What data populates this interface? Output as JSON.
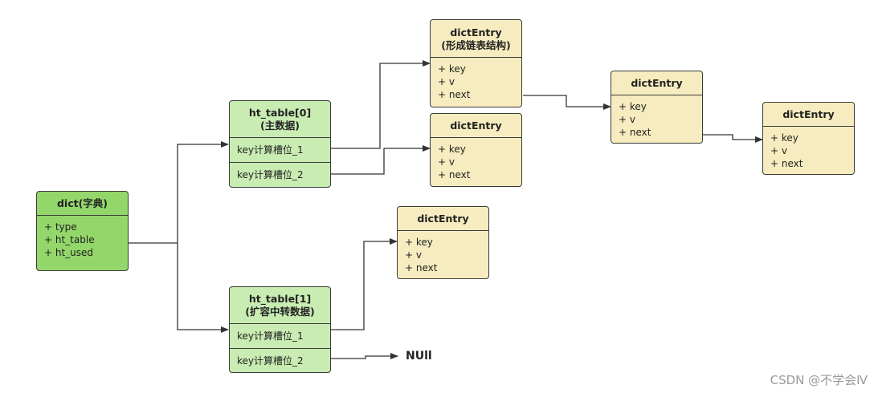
{
  "dict": {
    "title": "dict(字典)",
    "fields": [
      "+ type",
      "+ ht_table",
      "+ ht_used"
    ]
  },
  "ht_table0": {
    "title": "ht_table[0]",
    "subtitle": "(主数据)",
    "slots": [
      "key计算槽位_1",
      "key计算槽位_2"
    ]
  },
  "ht_table1": {
    "title": "ht_table[1]",
    "subtitle": "(扩容中转数据)",
    "slots": [
      "key计算槽位_1",
      "key计算槽位_2"
    ]
  },
  "entries": {
    "e1": {
      "title": "dictEntry",
      "subtitle": "(形成链表结构)",
      "fields": [
        "+ key",
        "+ v",
        "+ next"
      ]
    },
    "e2": {
      "title": "dictEntry",
      "fields": [
        "+ key",
        "+ v",
        "+ next"
      ]
    },
    "e3": {
      "title": "dictEntry",
      "fields": [
        "+ key",
        "+ v",
        "+ next"
      ]
    },
    "e4": {
      "title": "dictEntry",
      "fields": [
        "+ key",
        "+ v",
        "+ next"
      ]
    },
    "e5": {
      "title": "dictEntry",
      "fields": [
        "+ key",
        "+ v",
        "+ next"
      ]
    }
  },
  "null_label": "NUll",
  "watermark": "CSDN @不学会Ⅳ",
  "colors": {
    "dict": "#93d66a",
    "ht_table": "#c8ecb2",
    "entry": "#f6ecbf",
    "border": "#3a3a3a"
  }
}
